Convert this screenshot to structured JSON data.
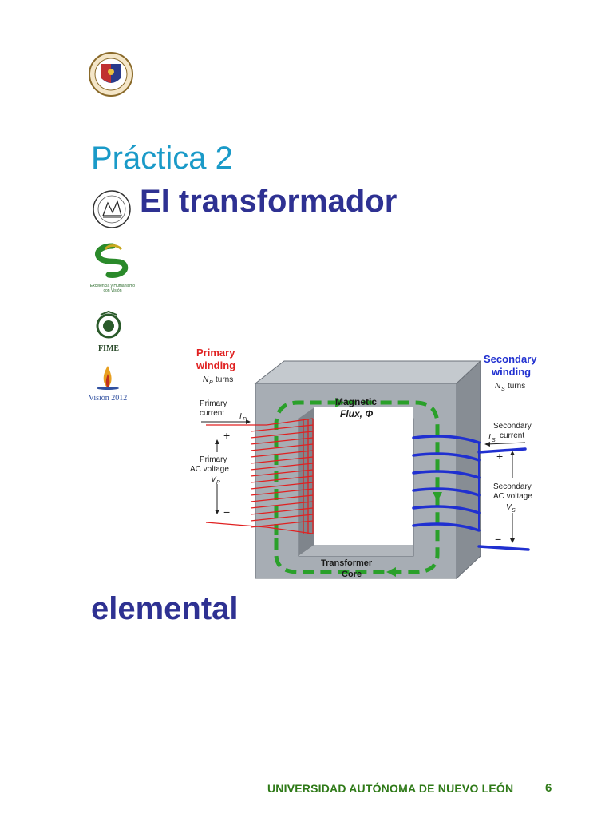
{
  "header": {
    "title_line1": "Práctica 2",
    "title_line2": "El transformador",
    "title_line3": "elemental"
  },
  "footer": {
    "university": "UNIVERSIDAD AUTÓNOMA DE NUEVO LEÓN",
    "page_number": "6"
  },
  "logos": {
    "logo3_text": "Excelencia y Humanismo con Visión",
    "logo4_text": "FIME",
    "logo5_text": "Visión 2012"
  },
  "diagram": {
    "primary_winding_title_1": "Primary",
    "primary_winding_title_2": "winding",
    "primary_turns": "turns",
    "primary_turns_symbol": "N",
    "primary_turns_sub": "P",
    "primary_current_1": "Primary",
    "primary_current_2": "current",
    "primary_current_symbol": "I",
    "primary_current_sub": "P",
    "primary_voltage_1": "Primary",
    "primary_voltage_2": "AC voltage",
    "primary_voltage_symbol": "V",
    "primary_voltage_sub": "P",
    "magnetic_flux_1": "Magnetic",
    "magnetic_flux_2": "Flux, Φ",
    "core_label_1": "Transformer",
    "core_label_2": "Core",
    "secondary_winding_title_1": "Secondary",
    "secondary_winding_title_2": "winding",
    "secondary_turns": "turns",
    "secondary_turns_symbol": "N",
    "secondary_turns_sub": "S",
    "secondary_current_1": "Secondary",
    "secondary_current_2": "current",
    "secondary_current_symbol": "I",
    "secondary_current_sub": "S",
    "secondary_voltage_1": "Secondary",
    "secondary_voltage_2": "AC voltage",
    "secondary_voltage_symbol": "V",
    "secondary_voltage_sub": "S",
    "plus": "+",
    "minus": "−",
    "colors": {
      "primary": "#e02020",
      "secondary": "#2030d0",
      "flux": "#2aa02a",
      "core_front": "#a7adb4",
      "core_top": "#c4c9ce",
      "core_side": "#878d94"
    }
  }
}
